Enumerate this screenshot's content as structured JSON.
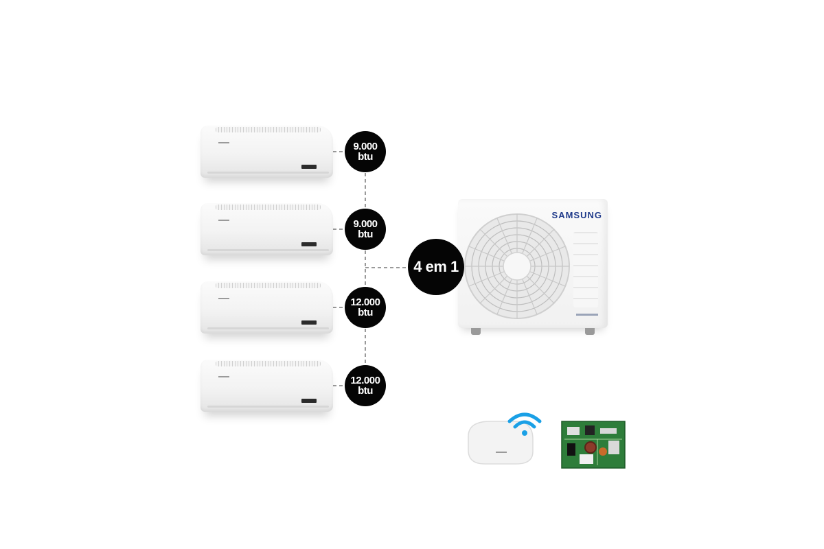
{
  "indoor_units": [
    {
      "line1": "9.000",
      "line2": "btu"
    },
    {
      "line1": "9.000",
      "line2": "btu"
    },
    {
      "line1": "12.000",
      "line2": "btu"
    },
    {
      "line1": "12.000",
      "line2": "btu"
    }
  ],
  "combo_label": "4 em 1",
  "outdoor_brand": "SAMSUNG",
  "colors": {
    "badge": "#050505",
    "brand_blue": "#1f3a8a",
    "wifi_blue": "#1aa0e6",
    "pcb_green": "#2e7d3a"
  },
  "icons": [
    "fan-grille-icon",
    "wifi-icon",
    "circuit-board-icon"
  ]
}
